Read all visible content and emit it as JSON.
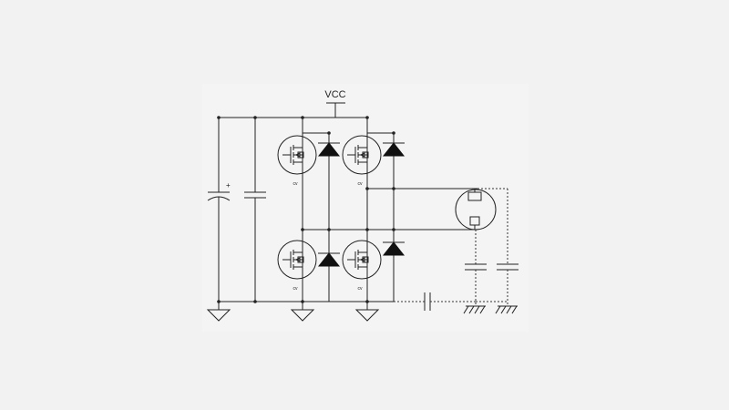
{
  "diagram": {
    "supply_label": "VCC",
    "polarity_mark": "+",
    "transistor_labels": [
      "cv",
      "cv",
      "cv",
      "cv"
    ]
  },
  "colors": {
    "background": "#f2f2f2",
    "ink": "#222222"
  }
}
